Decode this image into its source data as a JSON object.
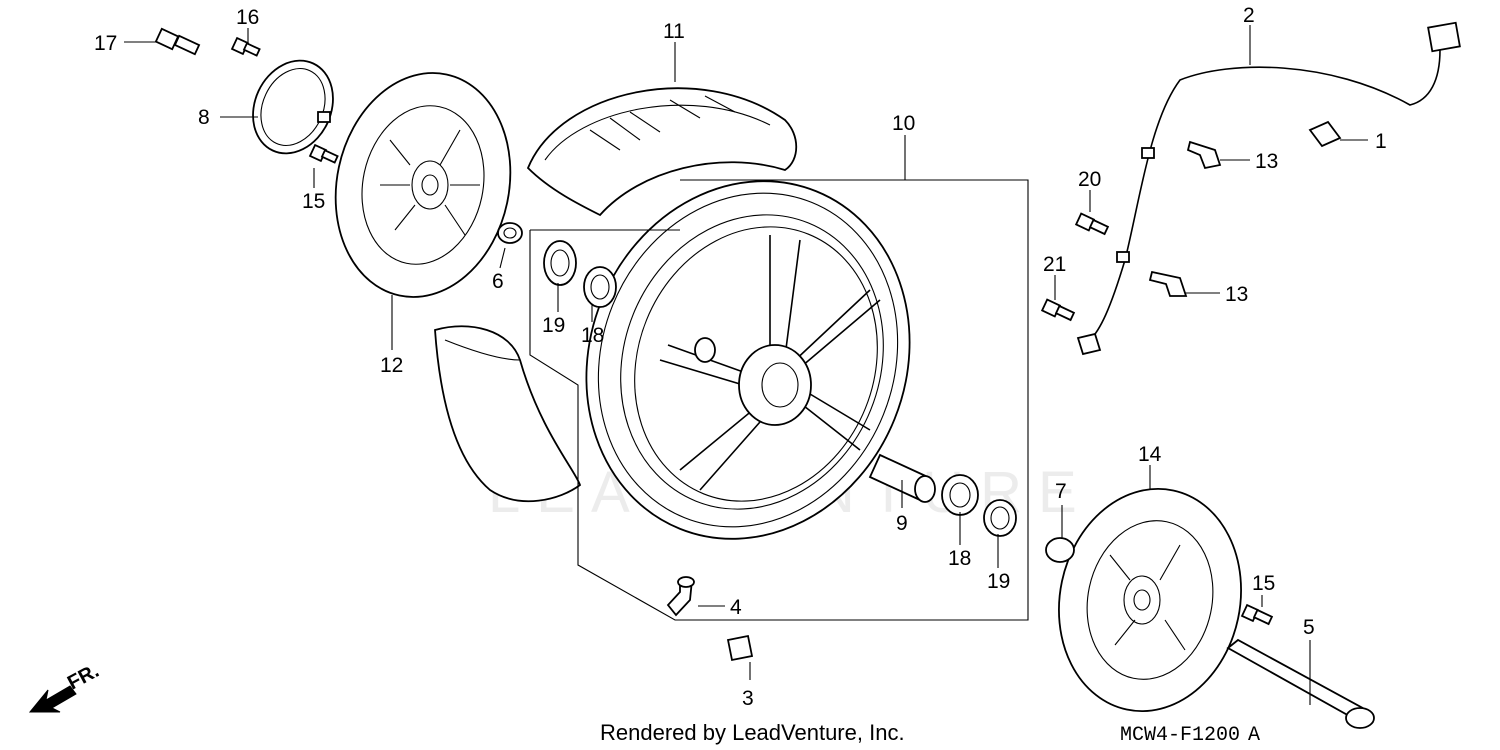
{
  "diagram": {
    "watermark": "LEADVENTURE",
    "footer_text": "Rendered by LeadVenture, Inc.",
    "diagram_code": "MCW4-F1200",
    "diagram_code_suffix": "A",
    "front_indicator": "FR.",
    "callouts": [
      {
        "id": "c1",
        "label": "1"
      },
      {
        "id": "c2",
        "label": "2"
      },
      {
        "id": "c3",
        "label": "3"
      },
      {
        "id": "c4",
        "label": "4"
      },
      {
        "id": "c5",
        "label": "5"
      },
      {
        "id": "c6",
        "label": "6"
      },
      {
        "id": "c7",
        "label": "7"
      },
      {
        "id": "c8",
        "label": "8"
      },
      {
        "id": "c9",
        "label": "9"
      },
      {
        "id": "c10",
        "label": "10"
      },
      {
        "id": "c11",
        "label": "11"
      },
      {
        "id": "c12",
        "label": "12"
      },
      {
        "id": "c13a",
        "label": "13"
      },
      {
        "id": "c13b",
        "label": "13"
      },
      {
        "id": "c14",
        "label": "14"
      },
      {
        "id": "c15a",
        "label": "15"
      },
      {
        "id": "c15b",
        "label": "15"
      },
      {
        "id": "c16",
        "label": "16"
      },
      {
        "id": "c17",
        "label": "17"
      },
      {
        "id": "c18a",
        "label": "18"
      },
      {
        "id": "c18b",
        "label": "18"
      },
      {
        "id": "c19a",
        "label": "19"
      },
      {
        "id": "c19b",
        "label": "19"
      },
      {
        "id": "c20",
        "label": "20"
      },
      {
        "id": "c21",
        "label": "21"
      }
    ]
  }
}
